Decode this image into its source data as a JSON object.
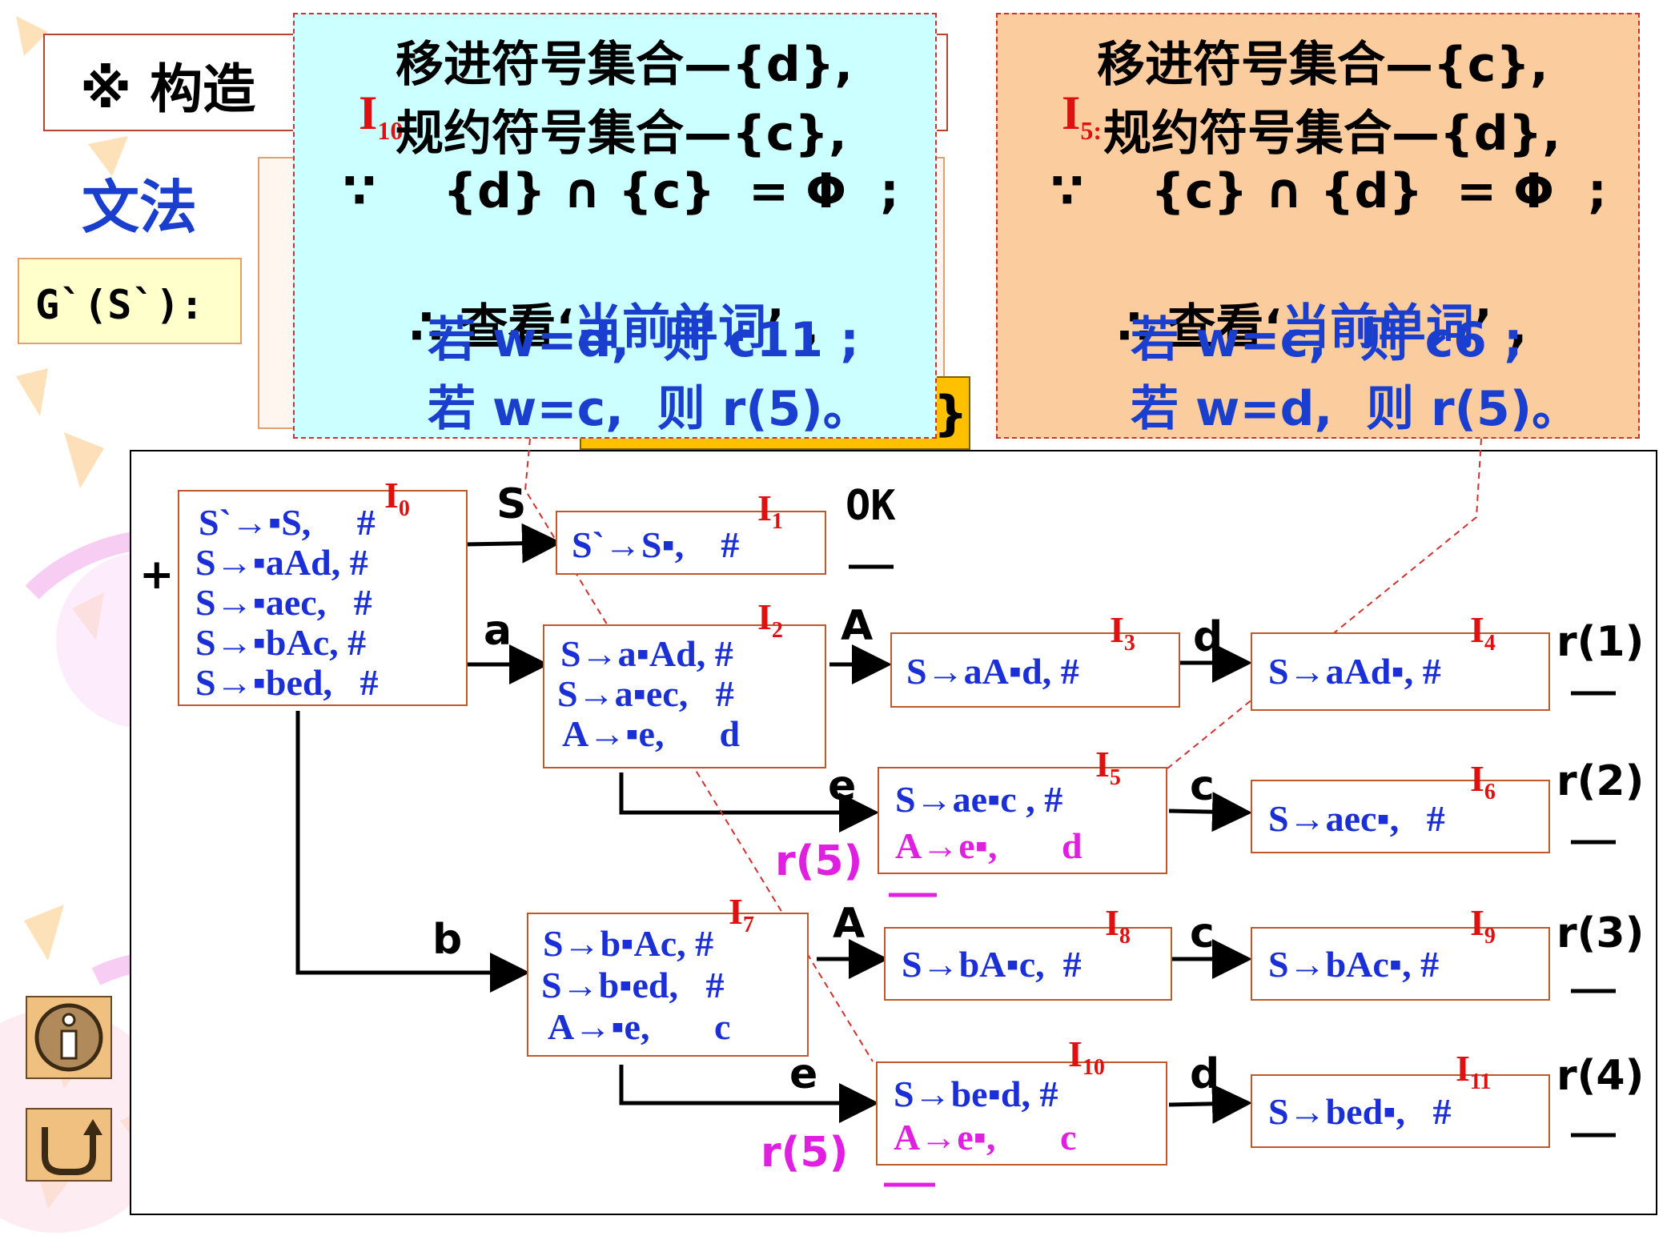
{
  "slide": {
    "title": "※ 构造",
    "grammar_label": "文法",
    "gprime_label": "G`(S`):"
  },
  "panel_i10": {
    "label": "I",
    "label_sub": "10:",
    "lines": [
      "移进符号集合—{d},",
      "规约符号集合—{c},",
      "∵    {d} ∩ {c}  = Φ  ;"
    ],
    "look_prefix": "∴ 查看‘",
    "look_word": "当前单词",
    "look_suffix": "’ ,",
    "rules": [
      "若 w=d,  则 c11 ;",
      "若 w=c,  则 r(5)。"
    ]
  },
  "panel_i5": {
    "label": "I",
    "label_sub": "5:",
    "lines": [
      "移进符号集合—{c},",
      "规约符号集合—{d},",
      "∵    {c} ∩ {d}  = Φ  ;"
    ],
    "look_prefix": "∴ 查看‘",
    "look_word": "当前单词",
    "look_suffix": "’ ,",
    "rules": [
      "若 w=c,  则 c6 ;",
      "若 w=d,  则 r(5)。"
    ]
  },
  "peek_text": "}",
  "plus": "+",
  "states": [
    {
      "id": "I",
      "sub": "0",
      "items": [
        "S`→▪S,     #",
        "S→▪aAd, #",
        "S→▪aec,   #",
        "S→▪bAc, #",
        "S→▪bed,   #"
      ]
    },
    {
      "id": "I",
      "sub": "1",
      "items": [
        "S`→S▪,    #"
      ]
    },
    {
      "id": "I",
      "sub": "2",
      "items": [
        "S→a▪Ad, #",
        "S→a▪ec,   #",
        "A→▪e,      d"
      ]
    },
    {
      "id": "I",
      "sub": "3",
      "items": [
        "S→aA▪d, #"
      ]
    },
    {
      "id": "I",
      "sub": "4",
      "items": [
        "S→aAd▪, #"
      ]
    },
    {
      "id": "I",
      "sub": "5",
      "items": [
        "S→ae▪c , #"
      ],
      "red_items": [
        "A→e▪,       d"
      ]
    },
    {
      "id": "I",
      "sub": "6",
      "items": [
        "S→aec▪,   #"
      ]
    },
    {
      "id": "I",
      "sub": "7",
      "items": [
        "S→b▪Ac, #",
        "S→b▪ed,   #",
        "A→▪e,       c"
      ]
    },
    {
      "id": "I",
      "sub": "8",
      "items": [
        "S→bA▪c,  #"
      ]
    },
    {
      "id": "I",
      "sub": "9",
      "items": [
        "S→bAc▪, #"
      ]
    },
    {
      "id": "I",
      "sub": "10",
      "items": [
        "S→be▪d, #"
      ],
      "red_items": [
        "A→e▪,       c"
      ]
    },
    {
      "id": "I",
      "sub": "11",
      "items": [
        "S→bed▪,   #"
      ]
    }
  ],
  "transitions": {
    "s": "S",
    "a": "a",
    "b": "b",
    "A1": "A",
    "d1": "d",
    "e1": "e",
    "c1": "c",
    "A2": "A",
    "c2": "c",
    "e2": "e",
    "d2": "d"
  },
  "actions": {
    "ok": "OK",
    "r1": "r(1)",
    "r2": "r(2)",
    "r3": "r(3)",
    "r4": "r(4)",
    "r5a": "r(5)",
    "r5b": "r(5)"
  },
  "icons": [
    "info-icon",
    "return-icon"
  ],
  "colors": {
    "blue": "#1a3fcf",
    "red": "#e01010",
    "magenta": "#e020e0",
    "cyan": "#ccffff",
    "peach": "#fbcd9e"
  }
}
